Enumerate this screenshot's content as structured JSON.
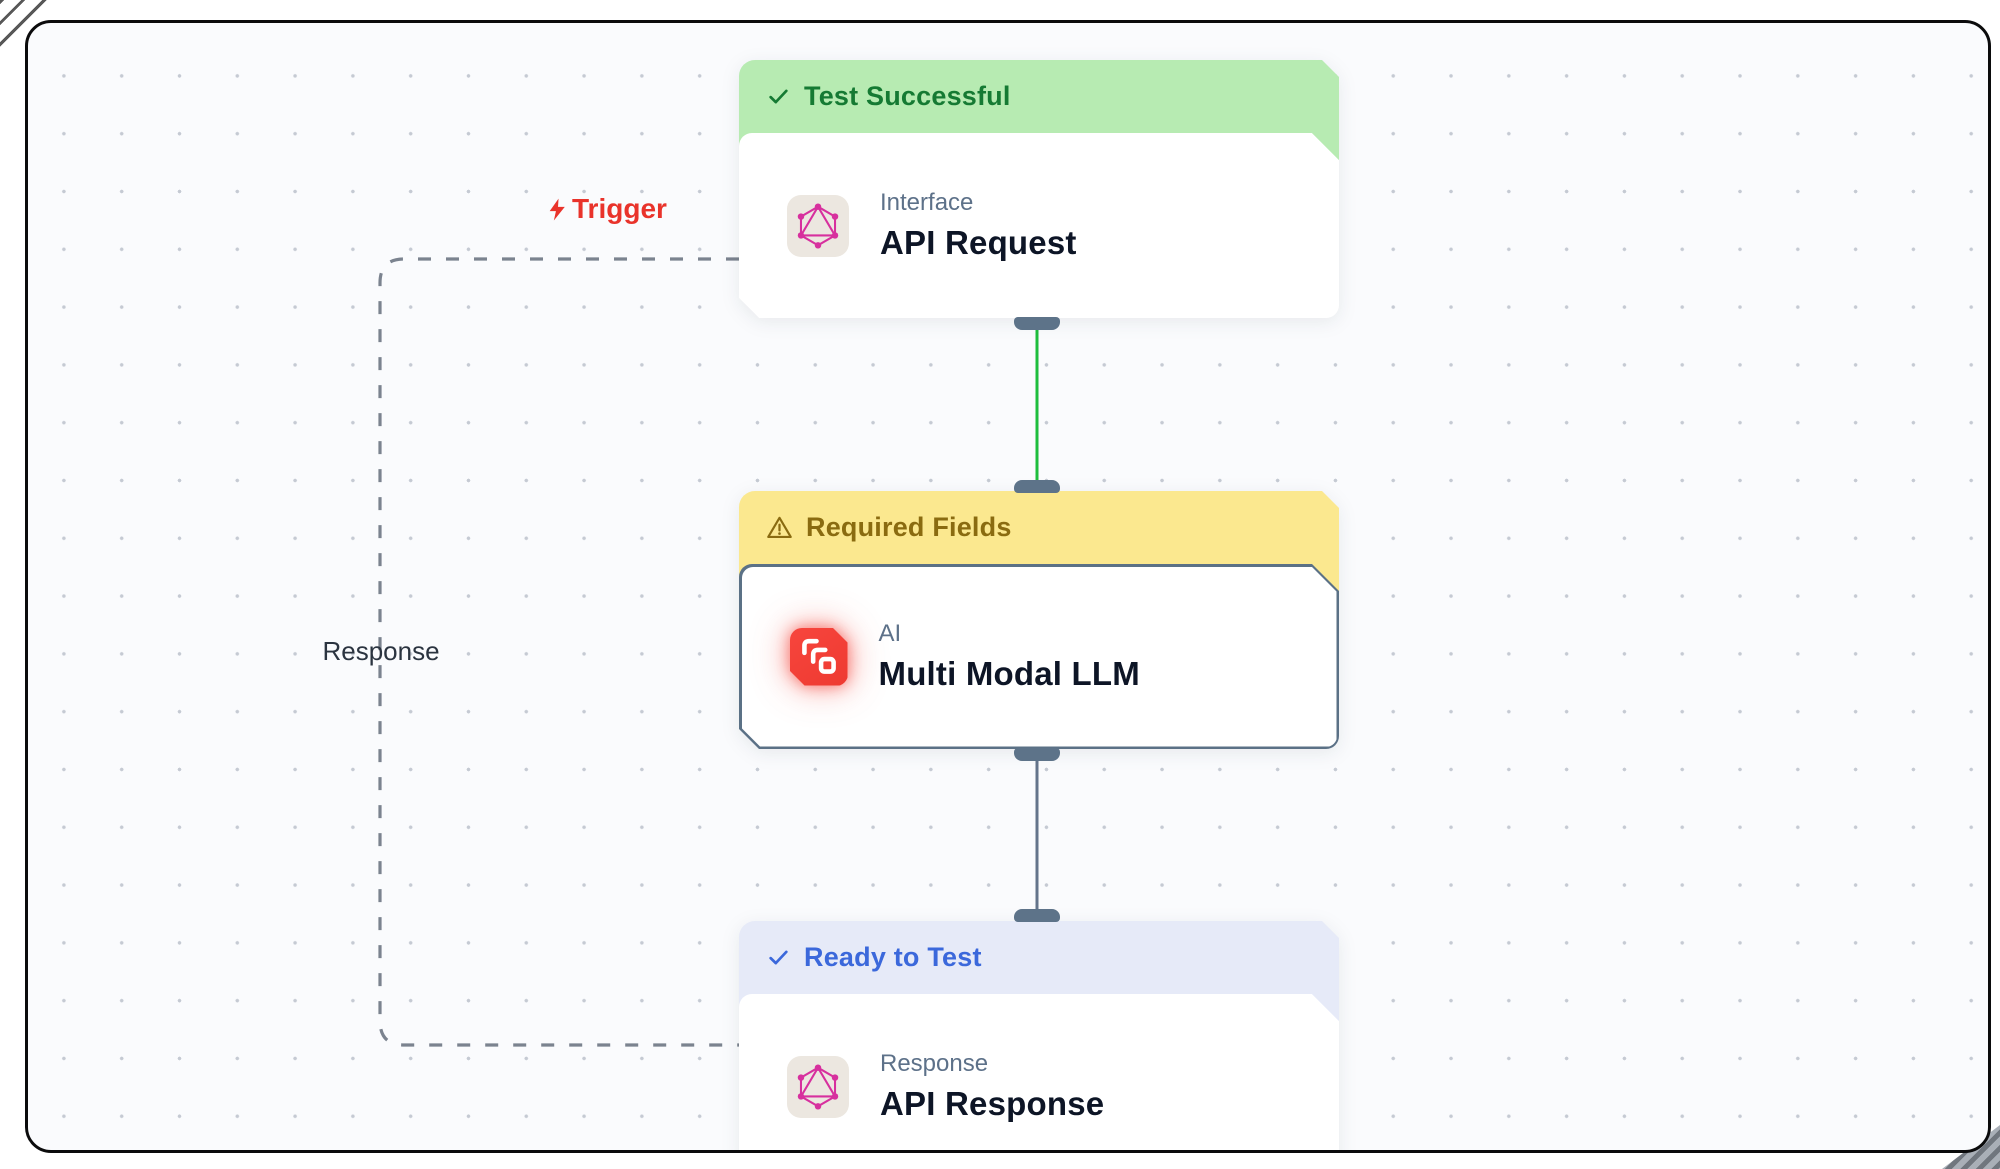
{
  "app": {
    "view": "workflow-canvas"
  },
  "edges": {
    "trigger_label": "Trigger",
    "response_label": "Response"
  },
  "nodes": [
    {
      "status_label": "Test Successful",
      "status_icon": "check",
      "status_theme": "success",
      "category": "Interface",
      "title": "API Request",
      "icon": "graphql",
      "selected": false
    },
    {
      "status_label": "Required Fields",
      "status_icon": "warning",
      "status_theme": "warning",
      "category": "AI",
      "title": "Multi Modal LLM",
      "icon": "ai-chain",
      "selected": true
    },
    {
      "status_label": "Ready to Test",
      "status_icon": "check",
      "status_theme": "info",
      "category": "Response",
      "title": "API Response",
      "icon": "graphql",
      "selected": false
    }
  ],
  "colors": {
    "success_bg": "#b7ebb2",
    "success_text": "#157a33",
    "warning_bg": "#fbe88f",
    "warning_text": "#8a6b10",
    "info_bg": "#e6eaf8",
    "info_text": "#3b68db",
    "selected_border": "#5b7186",
    "pill": "#5d7389",
    "edge_green": "#1ebe3d",
    "edge_slate": "#64748b",
    "edge_dashed": "#7b838f",
    "trigger": "#e9332b",
    "response_label": "#2b3440",
    "canvas_bg": "#fafbfd",
    "dot": "#c5cad3",
    "graphql_pink": "#d7309e",
    "ai_icon_red": "#ee3a31",
    "icon_bg": "#ece7e0",
    "category_text": "#5d7189",
    "title_text": "#0d1526",
    "frame_border": "#0b0b0c"
  }
}
